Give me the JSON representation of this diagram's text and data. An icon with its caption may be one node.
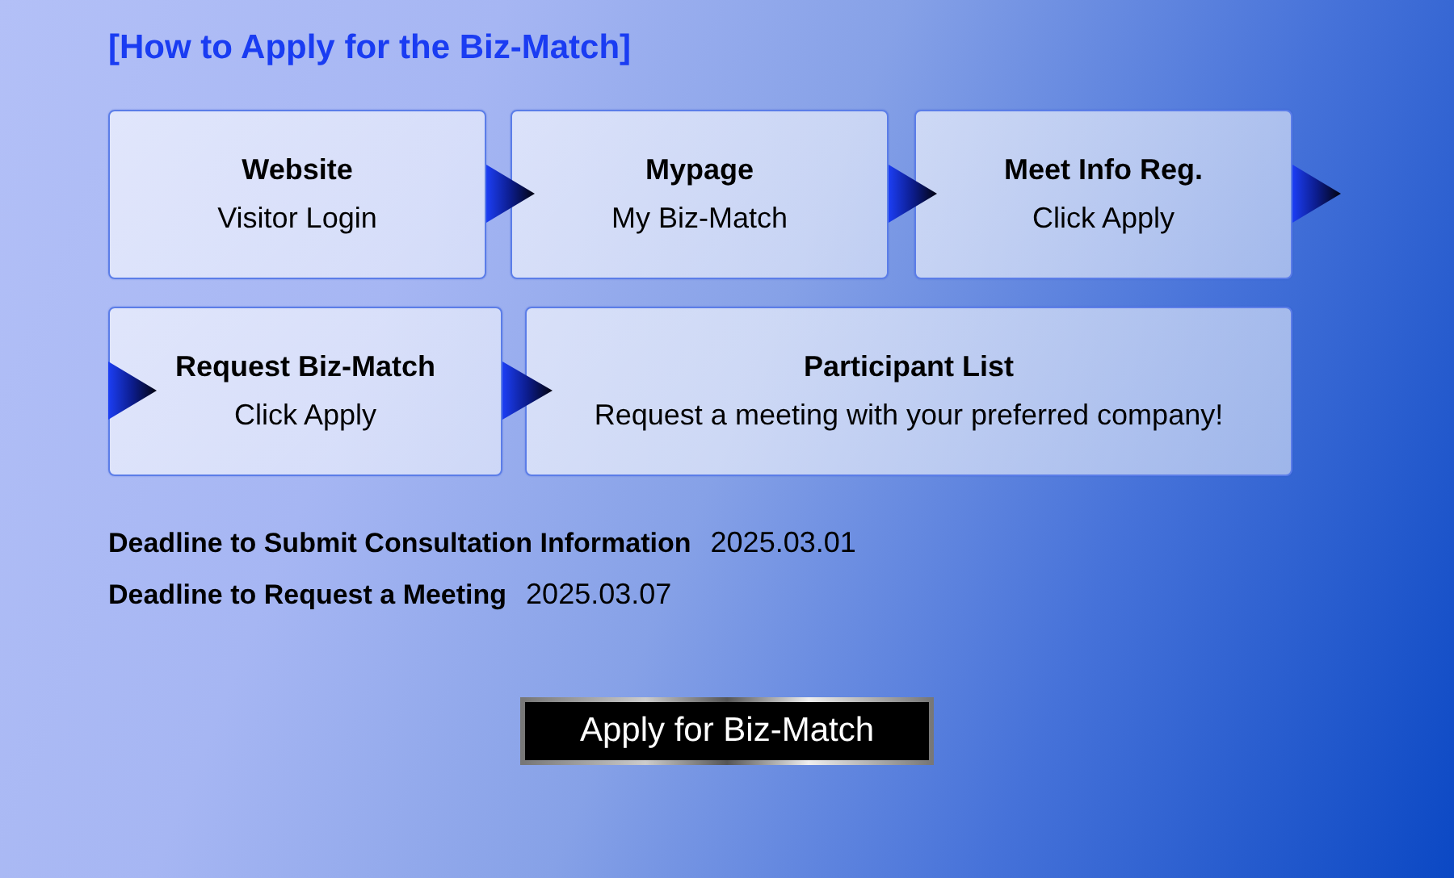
{
  "diagram": {
    "title": "[How to Apply for the Biz-Match]",
    "nodes": [
      {
        "text": [
          "Website",
          "Visitor Login"
        ]
      },
      {
        "text": [
          "Mypage",
          "My Biz-Match"
        ]
      },
      {
        "text": [
          "Meet Info Reg.",
          "Click Apply"
        ]
      },
      {
        "text": [
          "Request Biz-Match",
          "Click Apply"
        ]
      },
      {
        "text": [
          "Participant List",
          "Request a meeting with your preferred company!"
        ]
      },
      {
        "text": [
          "Apply for Biz-Match"
        ]
      }
    ],
    "edges": [
      {
        "from": 0,
        "to": 1,
        "arrow": "to"
      },
      {
        "from": 1,
        "to": 2,
        "arrow": "to"
      },
      {
        "from": 2,
        "to": null,
        "arrow": "to"
      },
      {
        "from": null,
        "to": 3,
        "arrow": "to"
      },
      {
        "from": 3,
        "to": 4,
        "arrow": "to"
      }
    ],
    "labels": [
      "Deadline to Submit Consultation Information",
      "2025.03.01",
      "Deadline to Request a Meeting",
      "2025.03.07"
    ]
  }
}
